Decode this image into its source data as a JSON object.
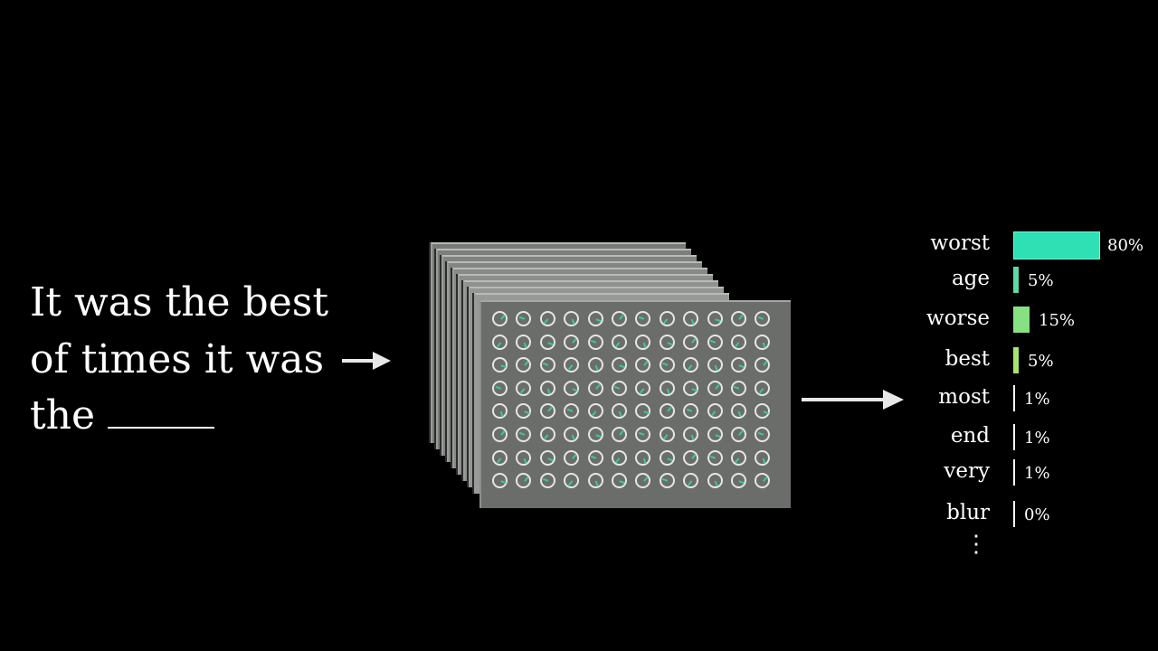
{
  "prompt": {
    "lines": [
      "It was the best",
      "of times it was",
      "the"
    ]
  },
  "model": {
    "layer_count": 10,
    "dial_rows": 8,
    "dial_cols": 12
  },
  "predictions": [
    {
      "token": "worst",
      "percent_label": "80%",
      "probability": 0.8,
      "color": "#2fe0b4"
    },
    {
      "token": "age",
      "percent_label": "5%",
      "probability": 0.05,
      "color": "#5ed8a4"
    },
    {
      "token": "worse",
      "percent_label": "15%",
      "probability": 0.15,
      "color": "#87e082"
    },
    {
      "token": "best",
      "percent_label": "5%",
      "probability": 0.05,
      "color": "#a8e46c"
    },
    {
      "token": "most",
      "percent_label": "1%",
      "probability": 0.01,
      "color": "#ffffff"
    },
    {
      "token": "end",
      "percent_label": "1%",
      "probability": 0.01,
      "color": "#ffffff"
    },
    {
      "token": "very",
      "percent_label": "1%",
      "probability": 0.01,
      "color": "#ffffff"
    },
    {
      "token": "blur",
      "percent_label": "0%",
      "probability": 0.0,
      "color": "#ffffff"
    }
  ],
  "more_indicator": "⋮",
  "colors": {
    "background": "#000000",
    "text": "#ffffff",
    "arrow": "#e8e8e8",
    "plate": "#7f827f"
  }
}
